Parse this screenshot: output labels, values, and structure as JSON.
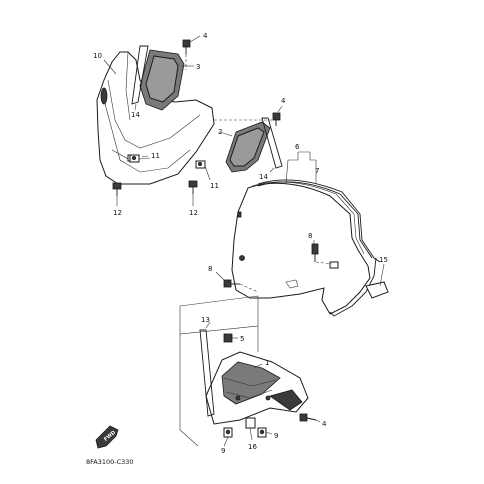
{
  "diagram": {
    "callouts": [
      "1",
      "2",
      "3",
      "4",
      "4",
      "4",
      "5",
      "6",
      "7",
      "8",
      "8",
      "9",
      "9",
      "10",
      "11",
      "11",
      "12",
      "12",
      "13",
      "14",
      "14",
      "15",
      "16"
    ],
    "drawing_code": "8FA3100-C330",
    "front_mark": "FWD"
  }
}
